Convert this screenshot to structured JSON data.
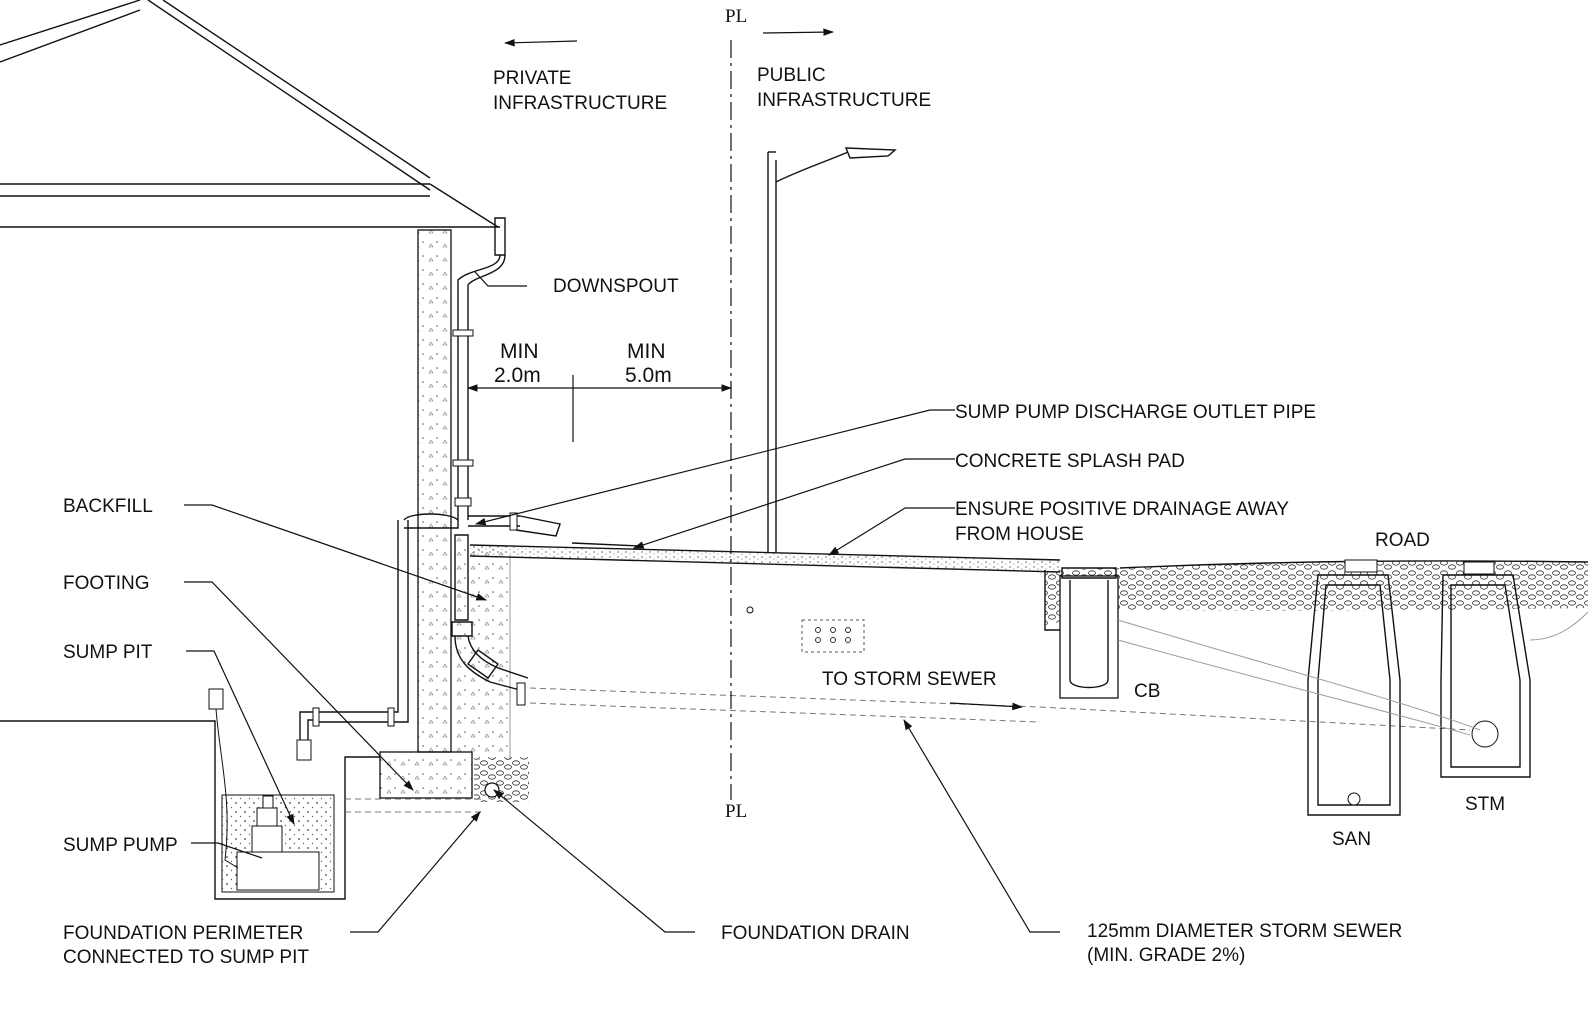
{
  "property_line": {
    "symbol_top": "PL",
    "symbol_bottom": "PL"
  },
  "zones": {
    "private_line1": "PRIVATE",
    "private_line2": "INFRASTRUCTURE",
    "public_line1": "PUBLIC",
    "public_line2": "INFRASTRUCTURE"
  },
  "dimensions": {
    "min_a_label": "MIN",
    "min_a_value": "2.0m",
    "min_b_label": "MIN",
    "min_b_value": "5.0m"
  },
  "labels": {
    "downspout": "DOWNSPOUT",
    "sump_discharge": "SUMP PUMP DISCHARGE OUTLET PIPE",
    "splash_pad": "CONCRETE SPLASH PAD",
    "drainage_line1": "ENSURE POSITIVE DRAINAGE AWAY",
    "drainage_line2": "FROM HOUSE",
    "road": "ROAD",
    "backfill": "BACKFILL",
    "footing": "FOOTING",
    "sump_pit": "SUMP PIT",
    "sump_pump": "SUMP PUMP",
    "perimeter_line1": "FOUNDATION PERIMETER",
    "perimeter_line2": "CONNECTED TO SUMP PIT",
    "foundation_drain": "FOUNDATION DRAIN",
    "to_storm_sewer": "TO STORM SEWER",
    "cb": "CB",
    "san": "SAN",
    "stm": "STM",
    "storm_sewer_line1": "125mm DIAMETER STORM SEWER",
    "storm_sewer_line2": "(MIN. GRADE 2%)"
  }
}
